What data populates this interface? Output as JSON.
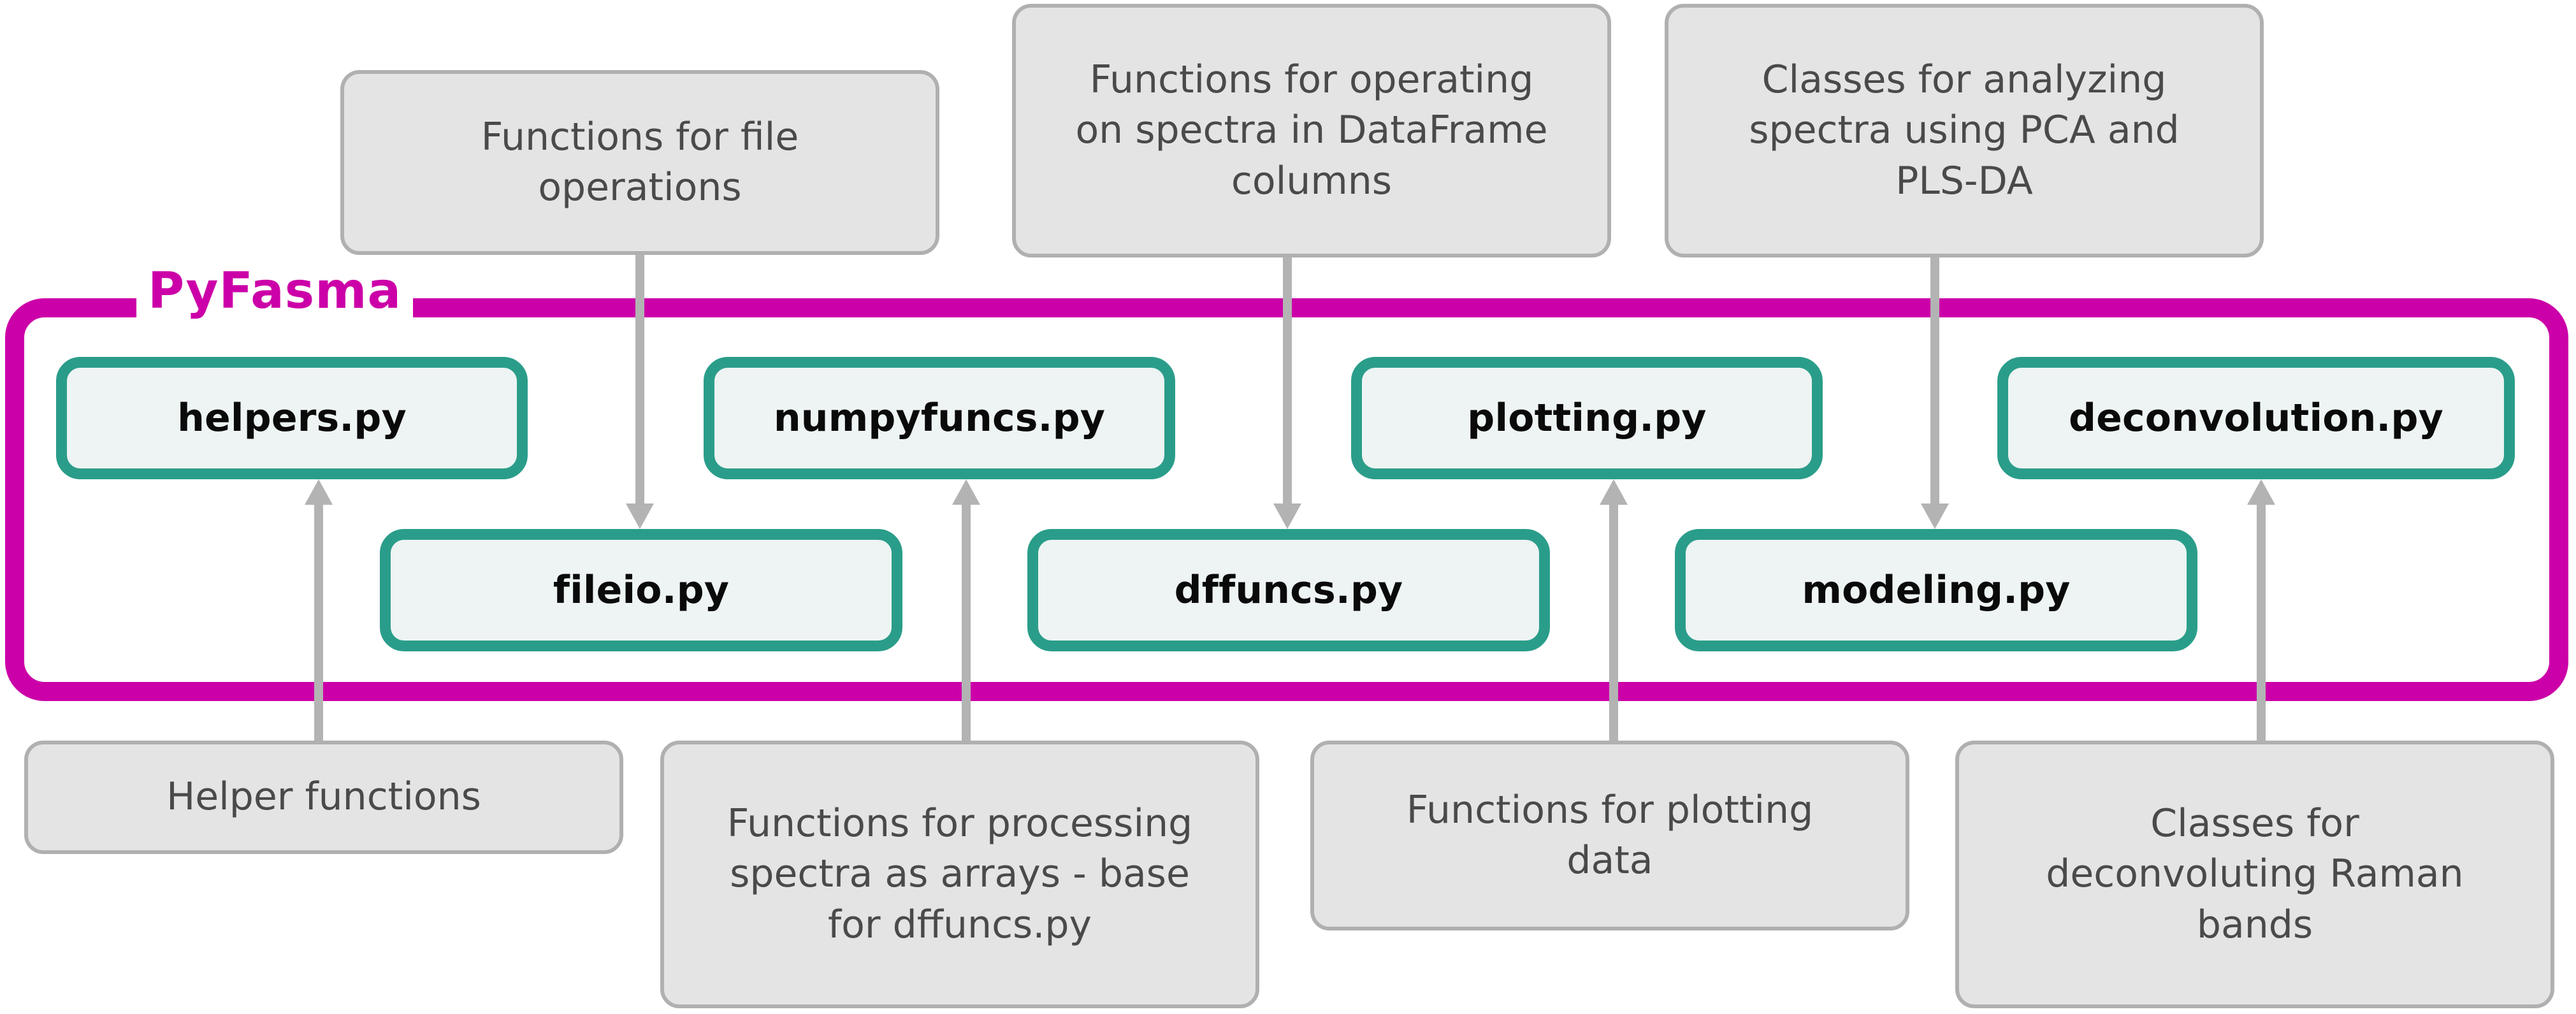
{
  "diagram": {
    "title": "PyFasma",
    "container_label": "PyFasma",
    "colors": {
      "container_border": "#cc00a8",
      "module_border": "#2a9d8a",
      "module_fill": "#edf4f3",
      "annotation_fill": "#e4e4e4",
      "annotation_border": "#b0b0b0",
      "annotation_text": "#4a4a4a",
      "connector": "#b3b3b3",
      "background": "#ffffff"
    }
  },
  "top_annotations": [
    {
      "id": "file-operations",
      "lines": [
        "Functions for file",
        "operations"
      ],
      "target": "fileio.py"
    },
    {
      "id": "dataframe-columns",
      "lines": [
        "Functions for operating",
        "on spectra in DataFrame",
        "columns"
      ],
      "target": "dffuncs.py"
    },
    {
      "id": "pca-plsda",
      "lines": [
        "Classes for analyzing",
        "spectra using PCA and",
        "PLS-DA"
      ],
      "target": "modeling.py"
    }
  ],
  "modules_row_top": [
    {
      "id": "helpers",
      "label": "helpers.py"
    },
    {
      "id": "numpyfuncs",
      "label": "numpyfuncs.py"
    },
    {
      "id": "plotting",
      "label": "plotting.py"
    },
    {
      "id": "deconvolution",
      "label": "deconvolution.py"
    }
  ],
  "modules_row_bottom": [
    {
      "id": "fileio",
      "label": "fileio.py"
    },
    {
      "id": "dffuncs",
      "label": "dffuncs.py"
    },
    {
      "id": "modeling",
      "label": "modeling.py"
    }
  ],
  "bottom_annotations": [
    {
      "id": "helper-functions",
      "lines": [
        "Helper functions"
      ],
      "target": "helpers.py"
    },
    {
      "id": "array-processing",
      "lines": [
        "Functions for processing",
        "spectra as arrays - base",
        "for dffuncs.py"
      ],
      "target": "numpyfuncs.py"
    },
    {
      "id": "plotting-data",
      "lines": [
        "Functions for plotting",
        "data"
      ],
      "target": "plotting.py"
    },
    {
      "id": "raman-deconvolution",
      "lines": [
        "Classes for",
        "deconvoluting Raman",
        "bands"
      ],
      "target": "deconvolution.py"
    }
  ],
  "connectors": [
    {
      "id": "file-operations-to-fileio",
      "direction": "down"
    },
    {
      "id": "dataframe-columns-to-dffuncs",
      "direction": "down"
    },
    {
      "id": "pca-plsda-to-modeling",
      "direction": "down"
    },
    {
      "id": "helper-functions-to-helpers",
      "direction": "up"
    },
    {
      "id": "array-processing-to-numpyfuncs",
      "direction": "up"
    },
    {
      "id": "plotting-data-to-plotting",
      "direction": "up"
    },
    {
      "id": "raman-deconvolution-to-deconvolution",
      "direction": "up"
    }
  ]
}
